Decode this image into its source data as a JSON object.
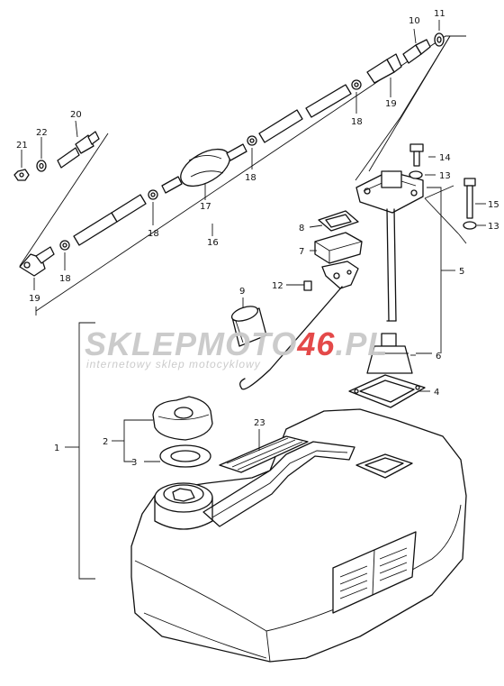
{
  "parts": [
    {
      "id": "1",
      "name": "fuel-tank"
    },
    {
      "id": "2",
      "name": "cap"
    },
    {
      "id": "3",
      "name": "cap-gasket"
    },
    {
      "id": "4",
      "name": "gauge-gasket"
    },
    {
      "id": "5",
      "name": "fuel-pickup-assembly"
    },
    {
      "id": "6",
      "name": "pickup-filter"
    },
    {
      "id": "7",
      "name": "vent-cover"
    },
    {
      "id": "8",
      "name": "vent-gasket"
    },
    {
      "id": "9",
      "name": "float"
    },
    {
      "id": "10",
      "name": "connector"
    },
    {
      "id": "11",
      "name": "washer"
    },
    {
      "id": "12",
      "name": "screw"
    },
    {
      "id": "13",
      "name": "washer"
    },
    {
      "id": "14",
      "name": "bolt"
    },
    {
      "id": "15",
      "name": "bolt"
    },
    {
      "id": "16",
      "name": "fuel-line-assembly"
    },
    {
      "id": "17",
      "name": "primer-bulb"
    },
    {
      "id": "18",
      "name": "hose-clip"
    },
    {
      "id": "19",
      "name": "hose-connector"
    },
    {
      "id": "20",
      "name": "nipple"
    },
    {
      "id": "21",
      "name": "nut"
    },
    {
      "id": "22",
      "name": "washer"
    },
    {
      "id": "23",
      "name": "label"
    }
  ],
  "labels": {
    "l1": "1",
    "l2": "2",
    "l3": "3",
    "l4": "4",
    "l5": "5",
    "l6": "6",
    "l7": "7",
    "l8": "8",
    "l9": "9",
    "l10": "10",
    "l11": "11",
    "l12": "12",
    "l13a": "13",
    "l13b": "13",
    "l14": "14",
    "l15": "15",
    "l16": "16",
    "l17": "17",
    "l18a": "18",
    "l18b": "18",
    "l18c": "18",
    "l18d": "18",
    "l19a": "19",
    "l19b": "19",
    "l20": "20",
    "l21": "21",
    "l22": "22",
    "l23": "23"
  },
  "watermark": {
    "brand_part1": "SKLEPMOTO",
    "brand_part2": "46",
    "brand_suffix": ".PL",
    "tagline": "internetowy sklep motocyklowy",
    "color_grey": "#c9c9c9",
    "color_red": "#e34040"
  }
}
